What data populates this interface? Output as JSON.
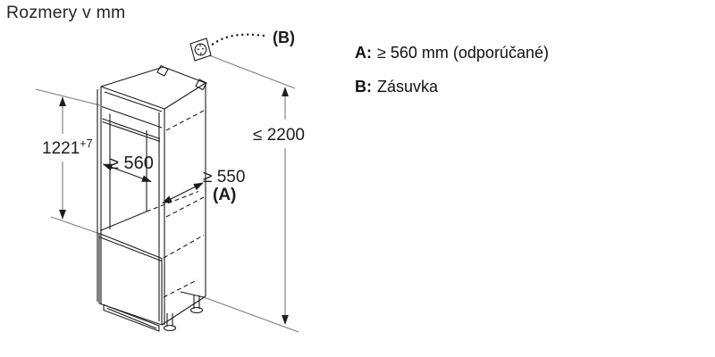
{
  "title": "Rozmery v mm",
  "legend": {
    "a_key": "A:",
    "a_value": "≥ 560 mm (odporúčané)",
    "b_key": "B:",
    "b_value": "Zásuvka"
  },
  "diagram": {
    "niche_height": "1221",
    "niche_height_tolerance": "+7",
    "niche_width": "≥ 560",
    "appliance_depth": "≥ 550",
    "depth_ref": "(A)",
    "max_socket_height": "≤ 2200",
    "socket_ref": "(B)",
    "colors": {
      "cabinet_line": "#1d1d1b",
      "dimension_line": "#7a7a7a",
      "background": "#ffffff"
    }
  }
}
